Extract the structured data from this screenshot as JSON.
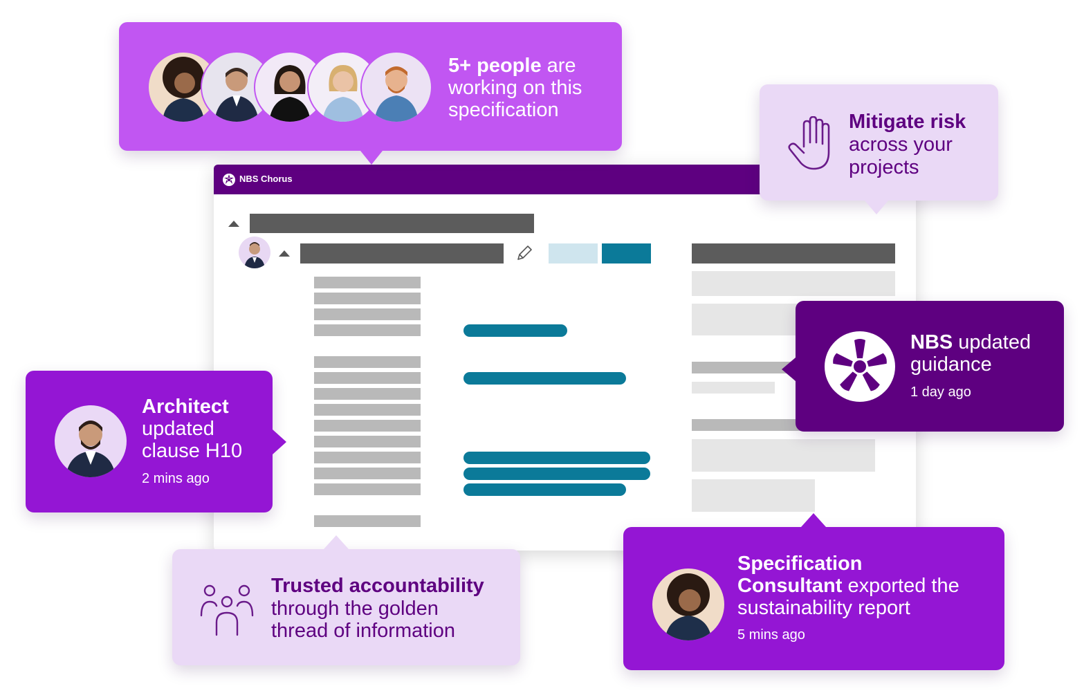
{
  "app": {
    "title": "NBS Chorus"
  },
  "people_card": {
    "bold": "5+ people",
    "line1_rest": " are",
    "line2": "working on this",
    "line3": "specification"
  },
  "risk_card": {
    "bold": "Mitigate risk",
    "line2": "across your",
    "line3": "projects"
  },
  "guidance_card": {
    "bold": "NBS",
    "line1_rest": " updated",
    "line2": "guidance",
    "time": "1 day ago"
  },
  "architect_card": {
    "bold": "Architect",
    "line2": "updated",
    "line3": "clause H10",
    "time": "2 mins ago"
  },
  "trusted_card": {
    "bold": "Trusted accountability",
    "line2": "through the golden",
    "line3": "thread of information"
  },
  "consultant_card": {
    "bold1": "Specification",
    "bold2": "Consultant",
    "line2_rest": " exported the",
    "line3": "sustainability report",
    "time": "5 mins ago"
  },
  "colors": {
    "purple_bright": "#c156f2",
    "purple_mid": "#9416d4",
    "purple_dark": "#5e0080",
    "lavender": "#ead9f6",
    "teal": "#0b7a99"
  }
}
